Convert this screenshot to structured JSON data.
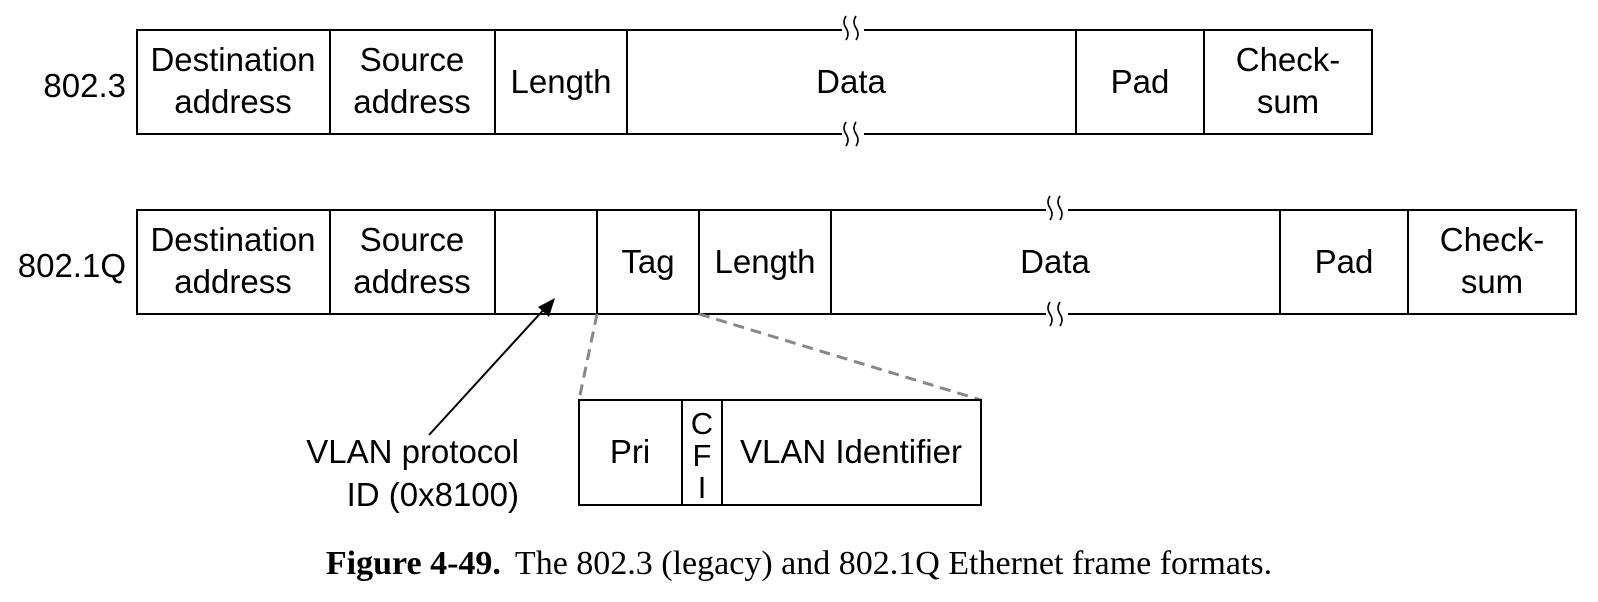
{
  "frame_8023": {
    "label": "802.3",
    "fields": [
      {
        "line1": "Destination",
        "line2": "address"
      },
      {
        "line1": "Source",
        "line2": "address"
      },
      {
        "line1": "Length",
        "line2": ""
      },
      {
        "line1": "Data",
        "line2": ""
      },
      {
        "line1": "Pad",
        "line2": ""
      },
      {
        "line1": "Check-",
        "line2": "sum"
      }
    ]
  },
  "frame_8021q": {
    "label": "802.1Q",
    "fields": [
      {
        "line1": "Destination",
        "line2": "address"
      },
      {
        "line1": "Source",
        "line2": "address"
      },
      {
        "line1": "",
        "line2": ""
      },
      {
        "line1": "Tag",
        "line2": ""
      },
      {
        "line1": "Length",
        "line2": ""
      },
      {
        "line1": "Data",
        "line2": ""
      },
      {
        "line1": "Pad",
        "line2": ""
      },
      {
        "line1": "Check-",
        "line2": "sum"
      }
    ]
  },
  "tag_detail": {
    "pri": "Pri",
    "cfi": [
      "C",
      "F",
      "I"
    ],
    "vlan_id": "VLAN Identifier"
  },
  "annotation": {
    "line1": "VLAN protocol",
    "line2": "ID (0x8100)"
  },
  "caption": {
    "number": "Figure 4-49.",
    "text": "The 802.3 (legacy) and 802.1Q Ethernet frame formats."
  }
}
